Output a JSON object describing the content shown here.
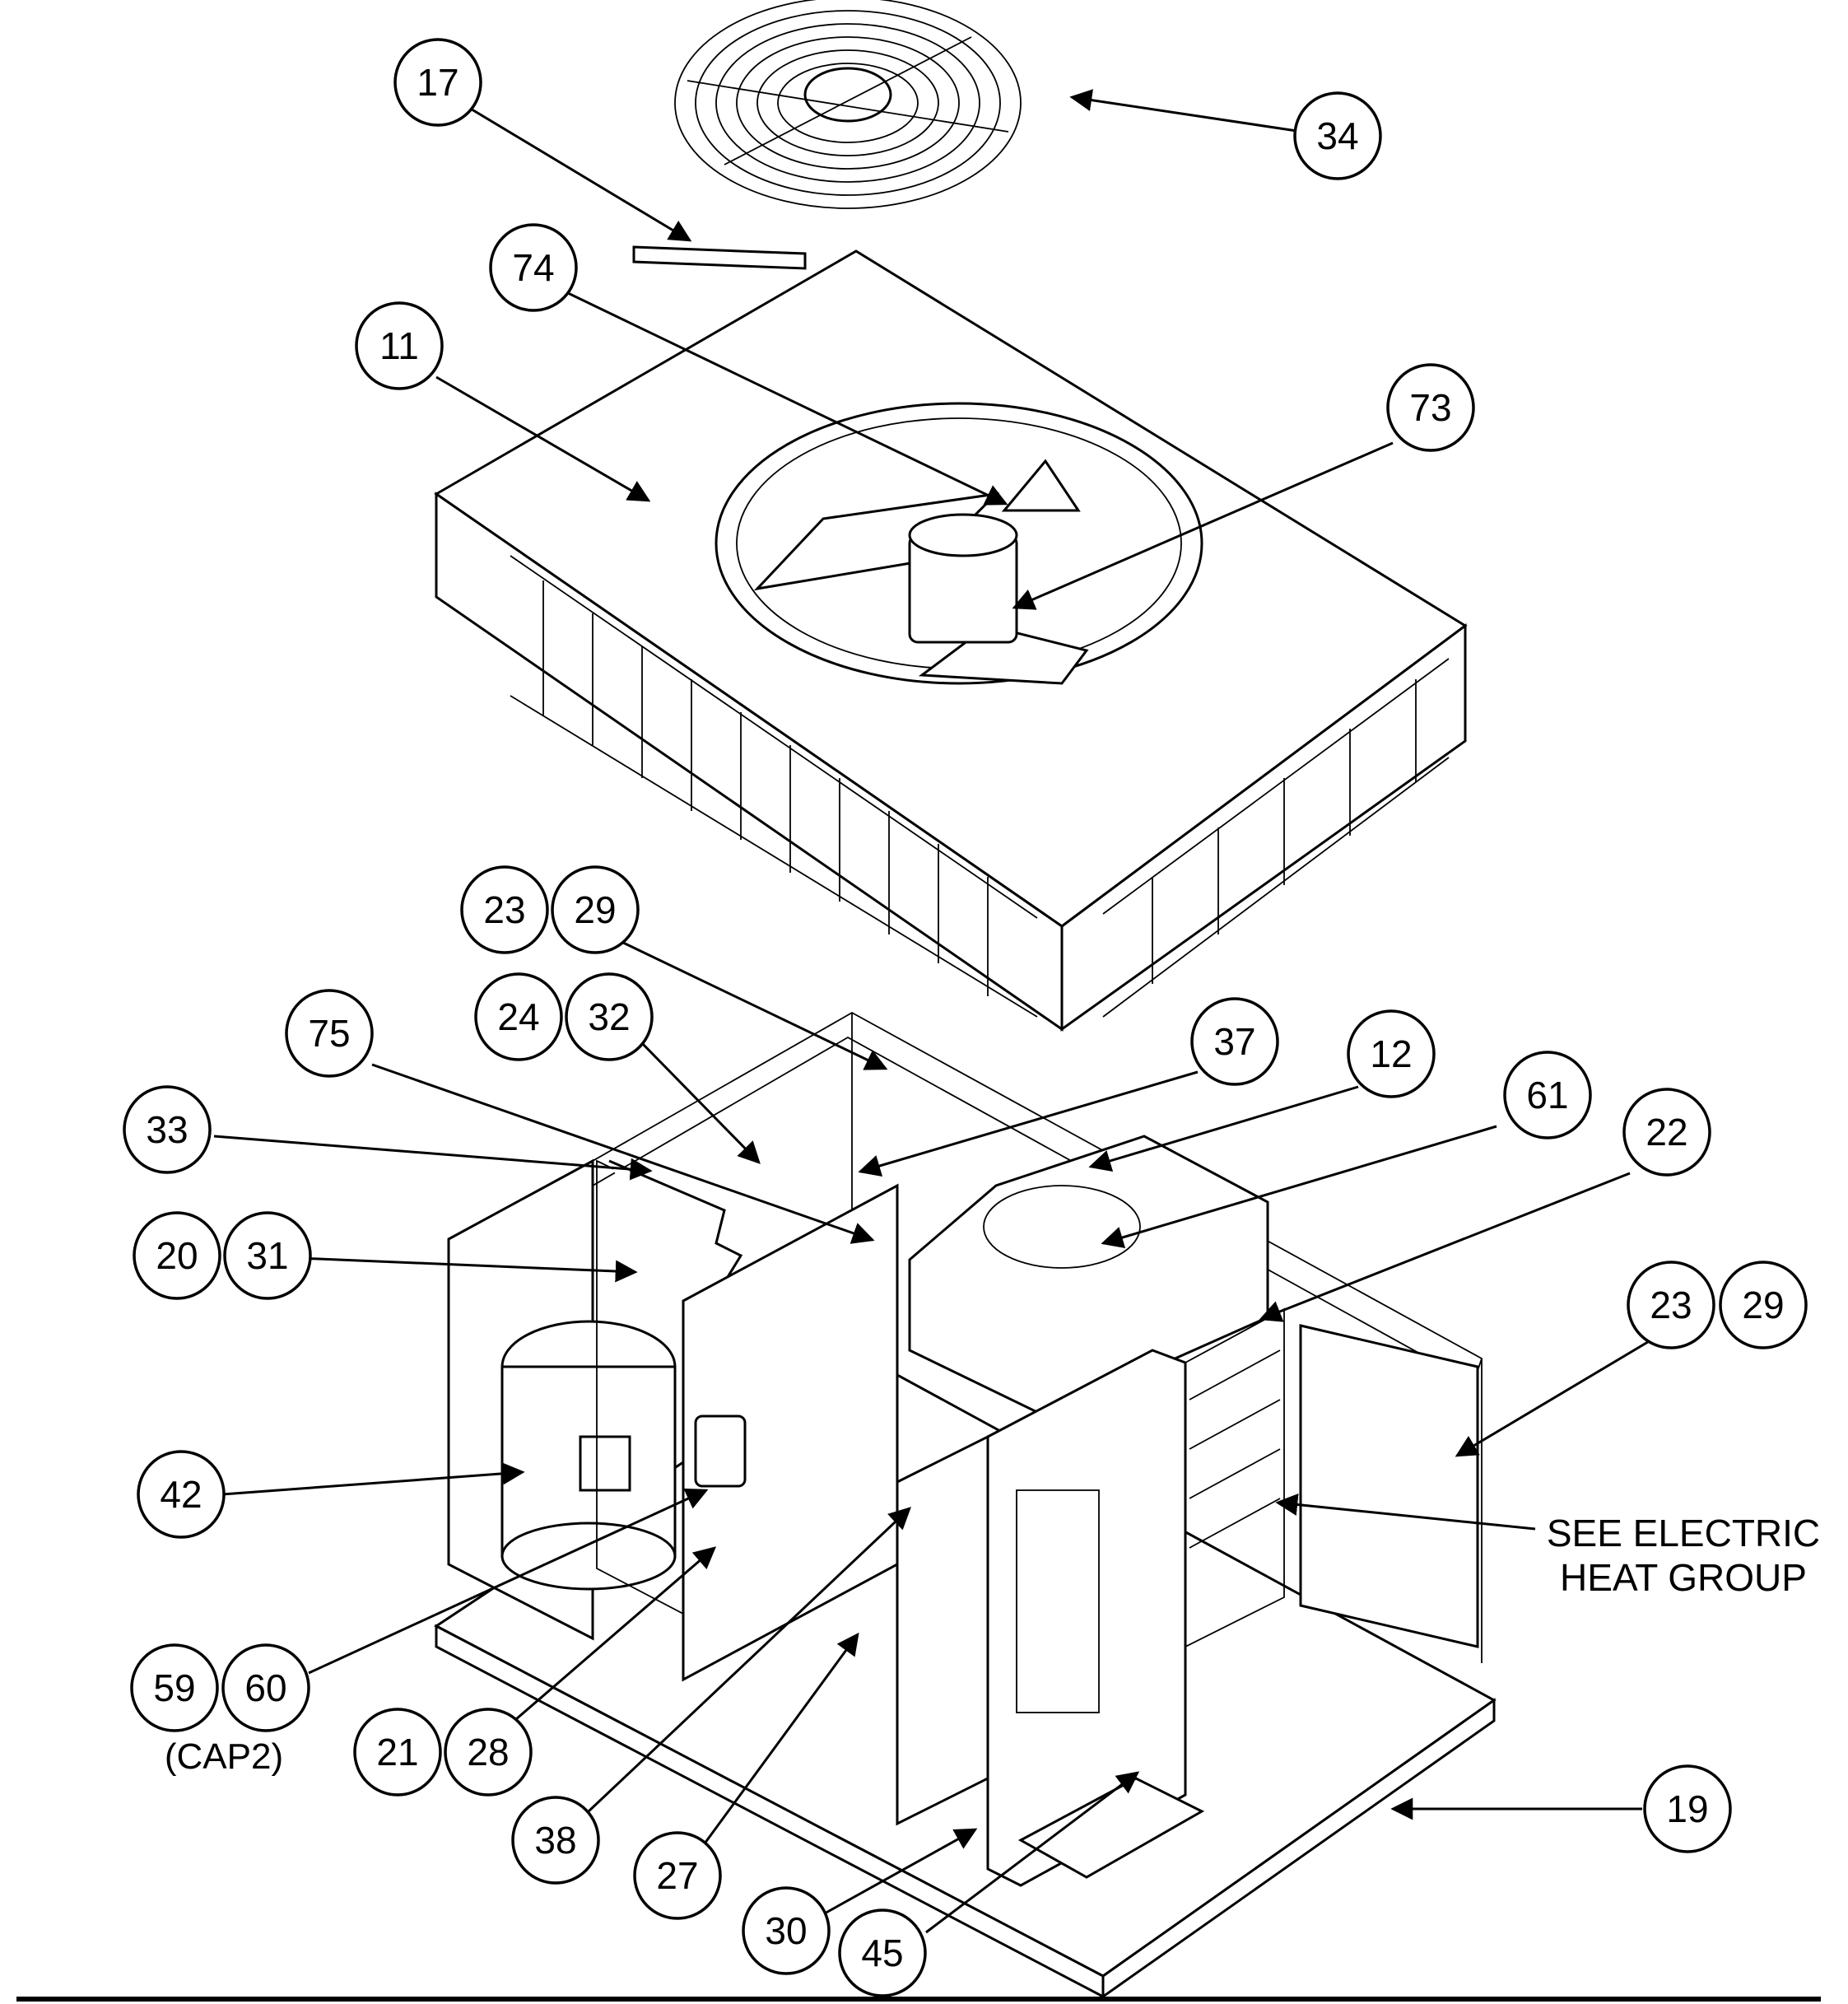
{
  "callouts": {
    "c17": "17",
    "c34": "34",
    "c74": "74",
    "c11": "11",
    "c73": "73",
    "c23a": "23",
    "c29a": "29",
    "c24": "24",
    "c32": "32",
    "c75": "75",
    "c37": "37",
    "c12": "12",
    "c61": "61",
    "c22": "22",
    "c33": "33",
    "c20": "20",
    "c31": "31",
    "c23b": "23",
    "c29b": "29",
    "c42": "42",
    "c59": "59",
    "c60": "60",
    "c21": "21",
    "c28": "28",
    "c38": "38",
    "c27": "27",
    "c30": "30",
    "c45": "45",
    "c19": "19"
  },
  "notes": {
    "electric_heat_line1": "SEE ELECTRIC",
    "electric_heat_line2": "HEAT GROUP",
    "cap2": "(CAP2)"
  }
}
